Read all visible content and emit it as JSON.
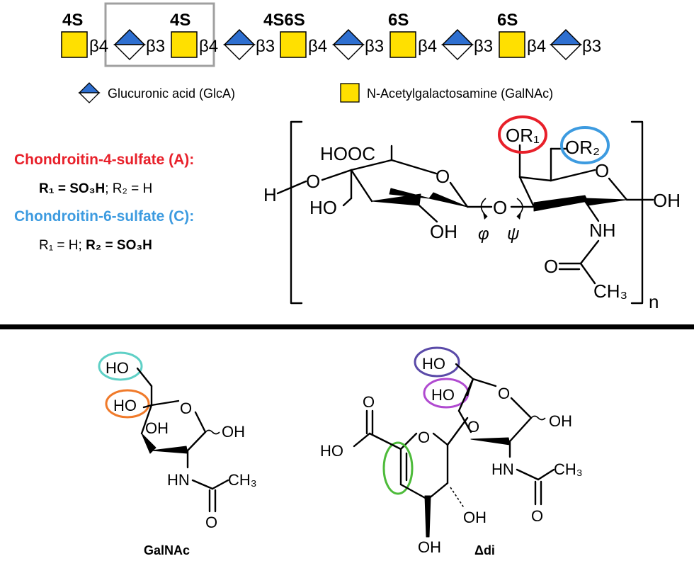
{
  "chain": {
    "sulfation": [
      "4S",
      "4S",
      "4S6S",
      "6S",
      "6S"
    ],
    "linkages": [
      "β4",
      "β3",
      "β4",
      "β3",
      "β4",
      "β3",
      "β4",
      "β3",
      "β4",
      "β3"
    ]
  },
  "legend": {
    "glca": "Glucuronic acid (GlcA)",
    "galnac": "N-Acetylgalactosamine (GalNAc)"
  },
  "variants": {
    "a_title": "Chondroitin-4-sulfate (A):",
    "a_r1": "R₁ = SO₃H",
    "a_r2": "; R₂ = H",
    "c_title": "Chondroitin-6-sulfate (C):",
    "c_r1": "R₁ = H; ",
    "c_r2": "R₂ = SO₃H"
  },
  "repeat_unit": {
    "hooc": "HOOC",
    "h": "H",
    "o_left": "O",
    "ho": "HO",
    "oh_bottom": "OH",
    "o_link": "O",
    "phi": "φ",
    "psi": "ψ",
    "or1": "OR₁",
    "or2": "OR₂",
    "o_ring_a": "O",
    "o_ring_b": "O",
    "oh_right": "OH",
    "nh": "NH",
    "o_acetyl": "O",
    "ch3": "CH₃",
    "n": "n"
  },
  "galnac": {
    "label": "GalNAc",
    "ho6": "HO",
    "ho4": "HO",
    "oh3": "OH",
    "o_ring": "O",
    "oh1": "OH",
    "hn": "HN",
    "ch3": "CH₃",
    "o": "O"
  },
  "deltadi": {
    "label": "Δdi",
    "ho6": "HO",
    "ho4": "HO",
    "o_ring1": "O",
    "o_ring2": "O",
    "o_link": "O",
    "ho_acid": "HO",
    "o_acid": "O",
    "oh1": "OH",
    "hn": "HN",
    "ch3": "CH₃",
    "o_amide": "O",
    "oh3": "OH",
    "oh2": "OH"
  },
  "colors": {
    "glca_blue": "#2e6fd0",
    "galnac_yellow": "#ffe000",
    "red": "#e8202a",
    "blue": "#3d9be0",
    "teal": "#5fd0c6",
    "orange": "#f07a2a",
    "navy": "#5a4aa8",
    "magenta": "#b04ad0",
    "green": "#4dbb3a",
    "grey_box": "#a0a0a0"
  }
}
